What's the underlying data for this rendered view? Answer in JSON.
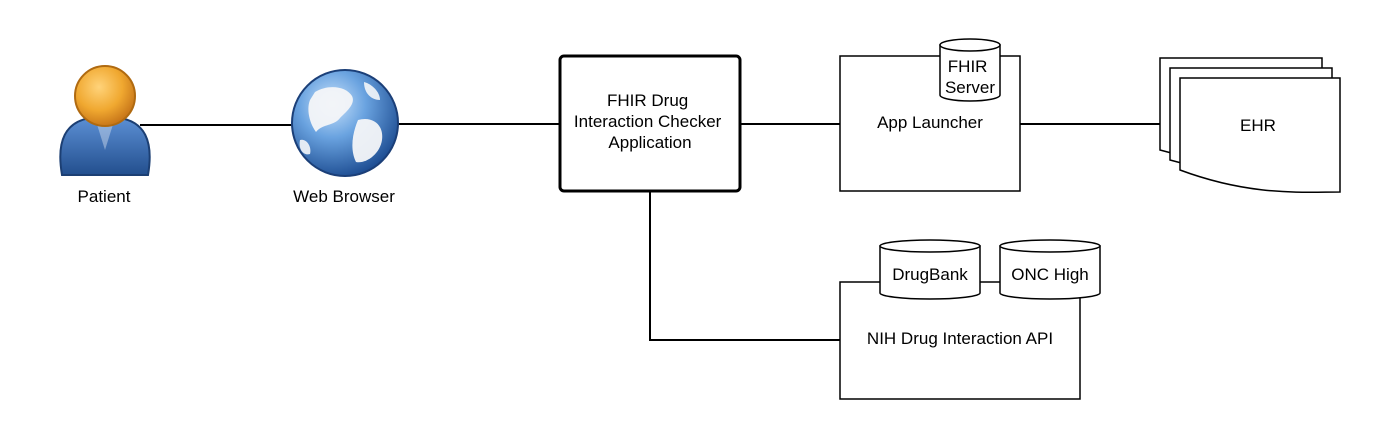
{
  "patient": {
    "label": "Patient"
  },
  "browser": {
    "label": "Web Browser"
  },
  "app": {
    "lines": [
      "FHIR Drug",
      "Interaction Checker",
      "Application"
    ]
  },
  "launcher": {
    "label": "App Launcher"
  },
  "fhir_server": {
    "lines": [
      "FHIR",
      "Server"
    ]
  },
  "ehr": {
    "label": "EHR"
  },
  "nih_api": {
    "label": "NIH Drug Interaction API"
  },
  "drugbank": {
    "label": "DrugBank"
  },
  "onc_high": {
    "label": "ONC High"
  },
  "colors": {
    "person_head": "#f0a830",
    "person_body": "#2f63a8",
    "globe_ocean": "#3f7fc8",
    "globe_land": "#f4f6f8"
  }
}
